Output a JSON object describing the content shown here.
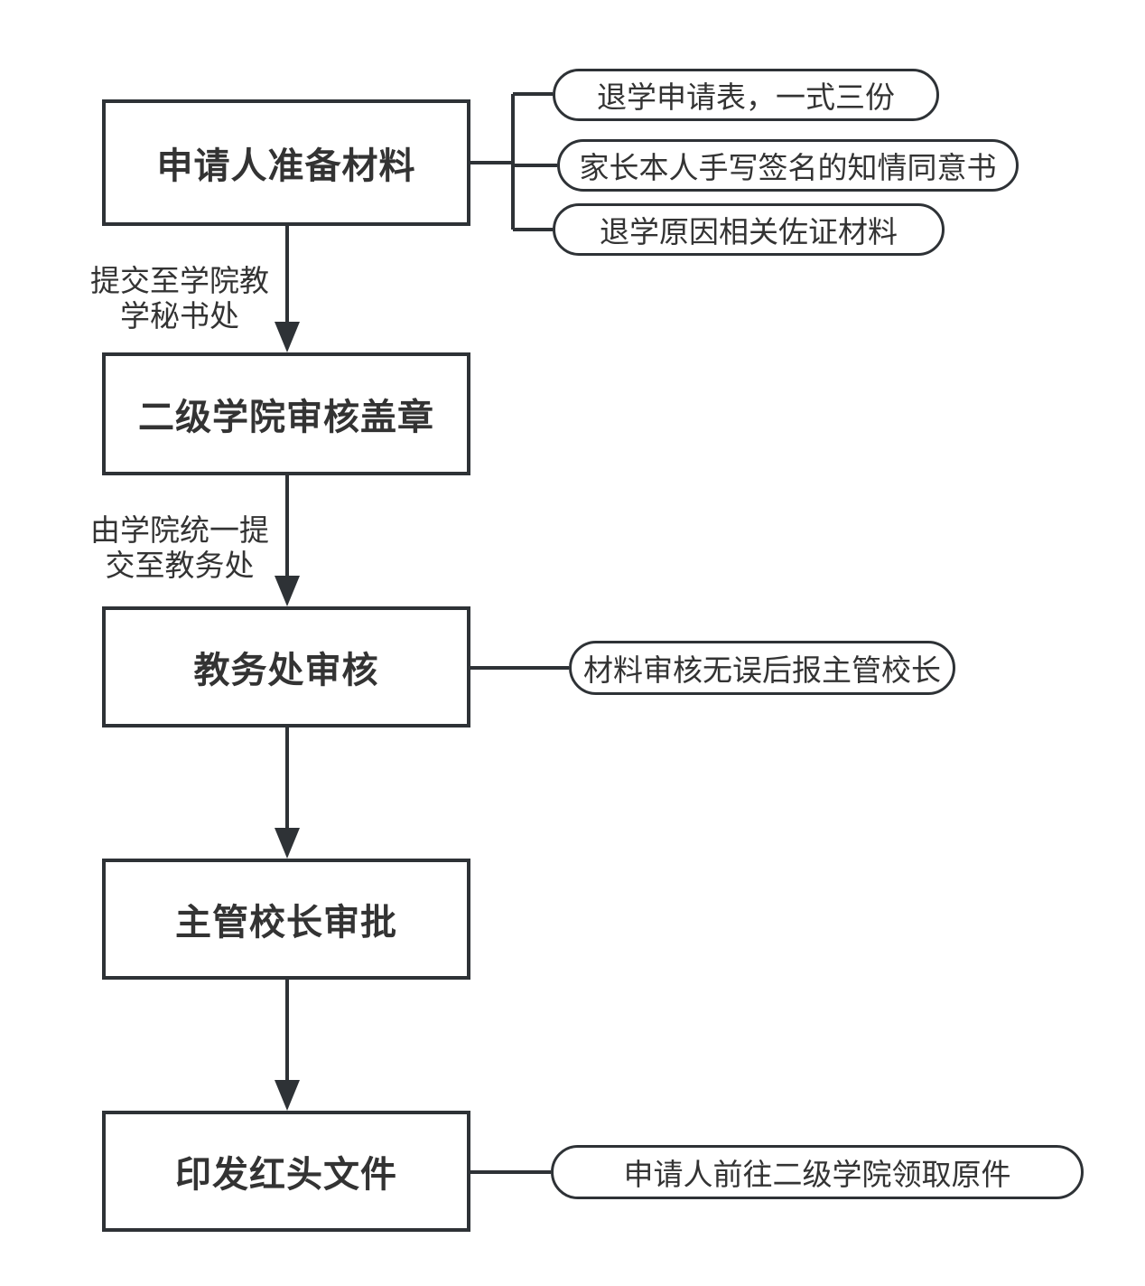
{
  "flow": {
    "steps": [
      {
        "id": "prepare-materials",
        "label": "申请人准备材料"
      },
      {
        "id": "college-review-stamp",
        "label": "二级学院审核盖章"
      },
      {
        "id": "academic-office-review",
        "label": "教务处审核"
      },
      {
        "id": "principal-approval",
        "label": "主管校长审批"
      },
      {
        "id": "issue-red-header-document",
        "label": "印发红头文件"
      }
    ],
    "edge_labels": [
      {
        "text": "提交至学院教\n学秘书处"
      },
      {
        "text": "由学院统一提\n交至教务处"
      }
    ],
    "materials": [
      {
        "text": "退学申请表，一式三份"
      },
      {
        "text": "家长本人手写签名的知情同意书"
      },
      {
        "text": "退学原因相关佐证材料"
      }
    ],
    "side_notes": [
      {
        "text": "材料审核无误后报主管校长"
      },
      {
        "text": "申请人前往二级学院领取原件"
      }
    ],
    "colors": {
      "line": "#2e3236",
      "text": "#333333",
      "background": "#ffffff"
    }
  }
}
